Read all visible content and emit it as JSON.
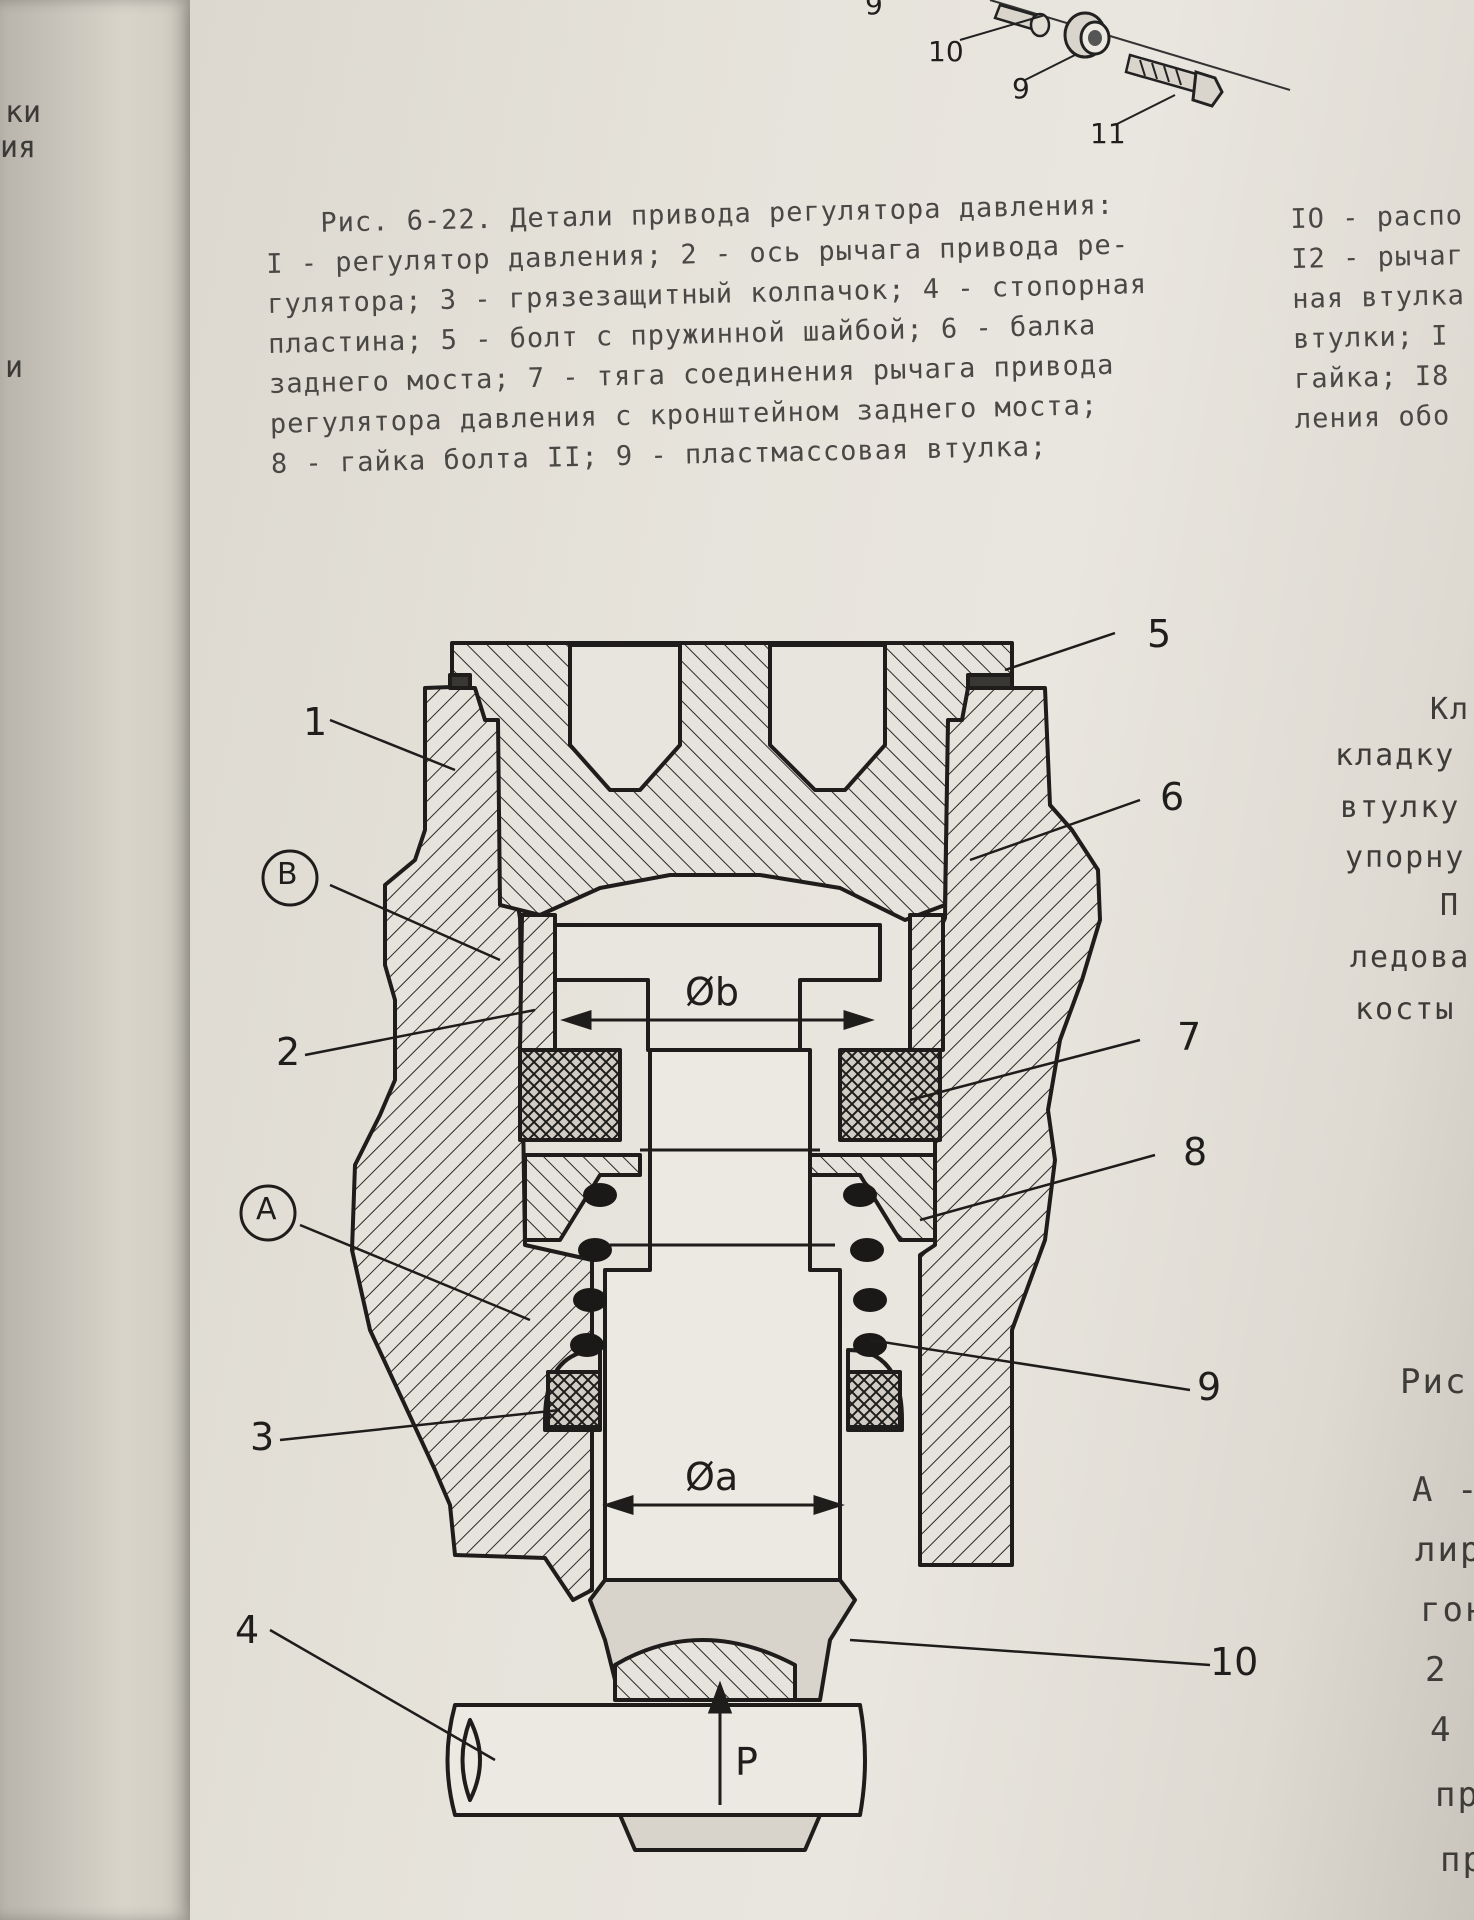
{
  "caption": {
    "lines": [
      "Рис. 6-22. Детали привода регулятора давления:",
      "I - регулятор давления; 2 - ось рычага привода ре-",
      "гулятора; 3 - грязезащитный колпачок; 4 - стопорная",
      "пластина; 5 - болт с пружинной шайбой; 6 - балка",
      "заднего моста; 7 - тяга соединения рычага привода",
      "регулятора давления с кронштейном заднего моста;",
      "8 - гайка болта  II; 9 - пластмассовая втулка;"
    ]
  },
  "right_column_caption": {
    "lines": [
      "IO - распо",
      "I2 - рычаг",
      "ная втулка",
      "втулки; I",
      "гайка; I8",
      "ления обо"
    ]
  },
  "right_text": {
    "lines": [
      "Кл",
      "кладку",
      "втулку",
      "упорну",
      "П",
      "ледова",
      "косты"
    ],
    "ris": "Рис",
    "bottom": [
      "А -",
      "лир",
      "гон",
      "2",
      "4",
      "пр",
      "пр"
    ]
  },
  "left_page": {
    "fragments": [
      "ки",
      "ия",
      "и"
    ]
  },
  "top_figure": {
    "labels": [
      "9",
      "10",
      "9",
      "11"
    ]
  },
  "diagram": {
    "labels": {
      "l1": "1",
      "l2": "2",
      "l3": "3",
      "l4": "4",
      "l5": "5",
      "l6": "6",
      "l7": "7",
      "l8": "8",
      "l9": "9",
      "l10": "10",
      "A": "A",
      "B": "B"
    },
    "dim_a": "Øa",
    "dim_b": "Øb",
    "force": "P"
  }
}
